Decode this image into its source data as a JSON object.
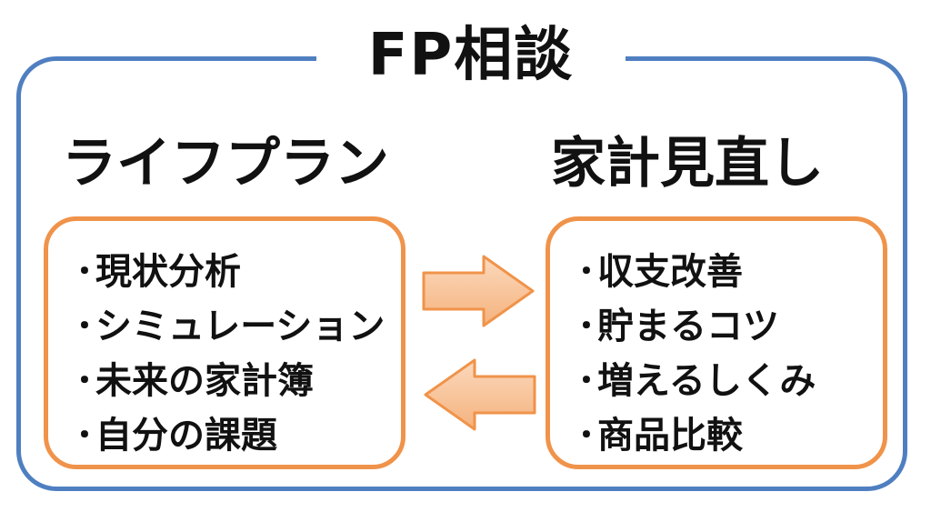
{
  "title": "FP相談",
  "left": {
    "heading": "ライフプラン",
    "items": [
      "現状分析",
      "シミュレーション",
      "未来の家計簿",
      "自分の課題"
    ]
  },
  "right": {
    "heading": "家計見直し",
    "items": [
      "収支改善",
      "貯まるコツ",
      "増えるしくみ",
      "商品比較"
    ]
  },
  "bullet": "･",
  "colors": {
    "frame": "#4f7fc0",
    "box_border": "#f0934a",
    "arrow_fill": "#f8c7a0",
    "arrow_stroke": "#f0934a"
  },
  "icons": [
    "arrow-right-icon",
    "arrow-left-icon"
  ]
}
